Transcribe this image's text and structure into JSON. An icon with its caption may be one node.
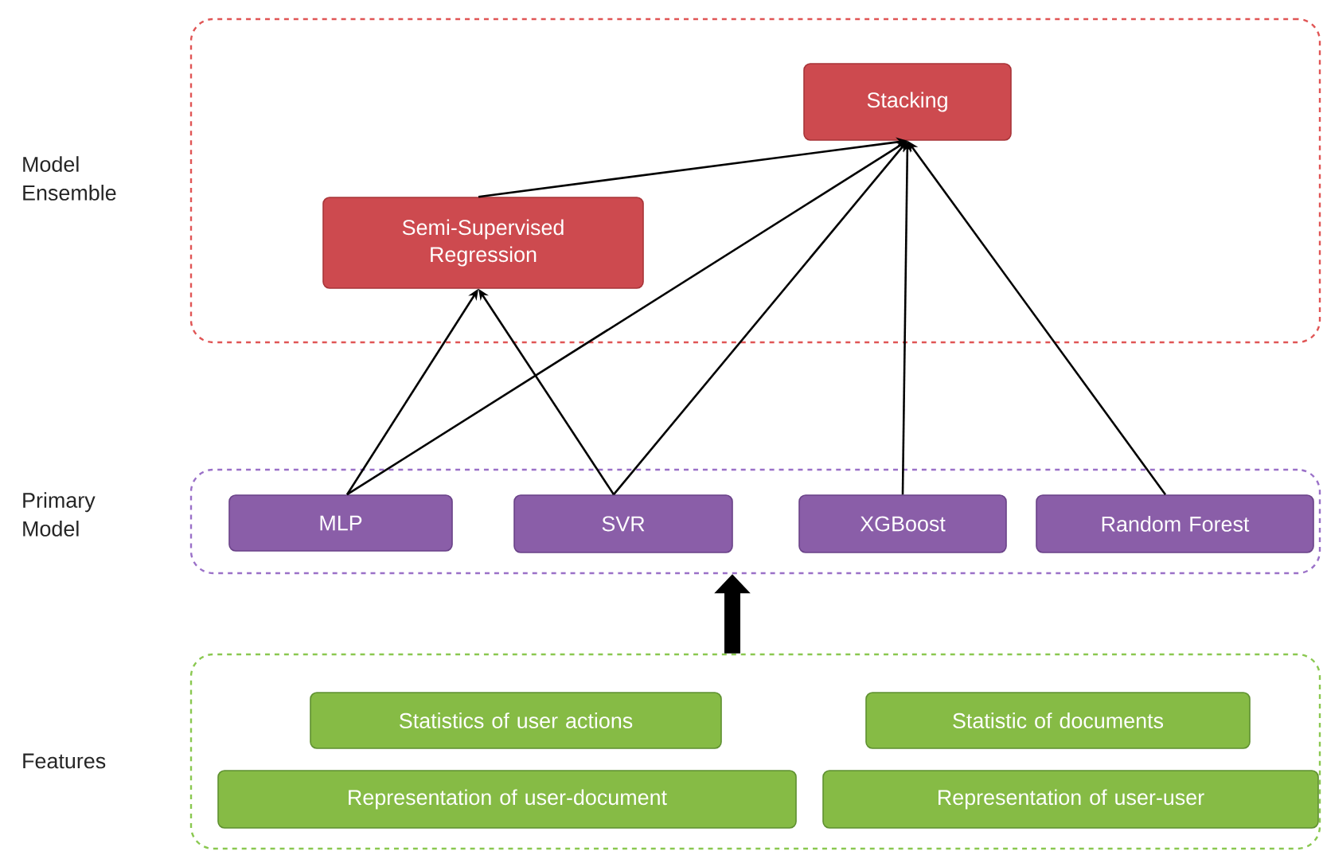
{
  "diagram": {
    "nodes": [
      {
        "text": [
          "Model Ensemble"
        ]
      },
      {
        "text": [
          "Stacking"
        ],
        "in": 0
      },
      {
        "text": [
          "Semi-Supervised Regression"
        ],
        "in": 0
      },
      {
        "text": [
          "Primary Model"
        ]
      },
      {
        "text": [
          "MLP"
        ],
        "in": 3
      },
      {
        "text": [
          "SVR"
        ],
        "in": 3
      },
      {
        "text": [
          "XGBoost"
        ],
        "in": 3
      },
      {
        "text": [
          "Random Forest"
        ],
        "in": 3
      },
      {
        "text": [
          "Features"
        ]
      },
      {
        "text": [
          "Statistics of user actions"
        ],
        "in": 8
      },
      {
        "text": [
          "Statistic of documents"
        ],
        "in": 8
      },
      {
        "text": [
          "Representation of user-document"
        ],
        "in": 8
      },
      {
        "text": [
          "Representation of user-user"
        ],
        "in": 8
      }
    ],
    "edges": [
      {
        "from": 4,
        "to": 2,
        "arrow": "to"
      },
      {
        "from": 5,
        "to": 2,
        "arrow": "to"
      },
      {
        "from": 2,
        "to": 1,
        "arrow": "to"
      },
      {
        "from": 4,
        "to": 1,
        "arrow": "to"
      },
      {
        "from": 5,
        "to": 1,
        "arrow": "to"
      },
      {
        "from": 6,
        "to": 1,
        "arrow": "to"
      },
      {
        "from": 7,
        "to": 1,
        "arrow": "to"
      },
      {
        "from": 8,
        "to": 3,
        "arrow": "to",
        "style": "thick"
      }
    ]
  }
}
